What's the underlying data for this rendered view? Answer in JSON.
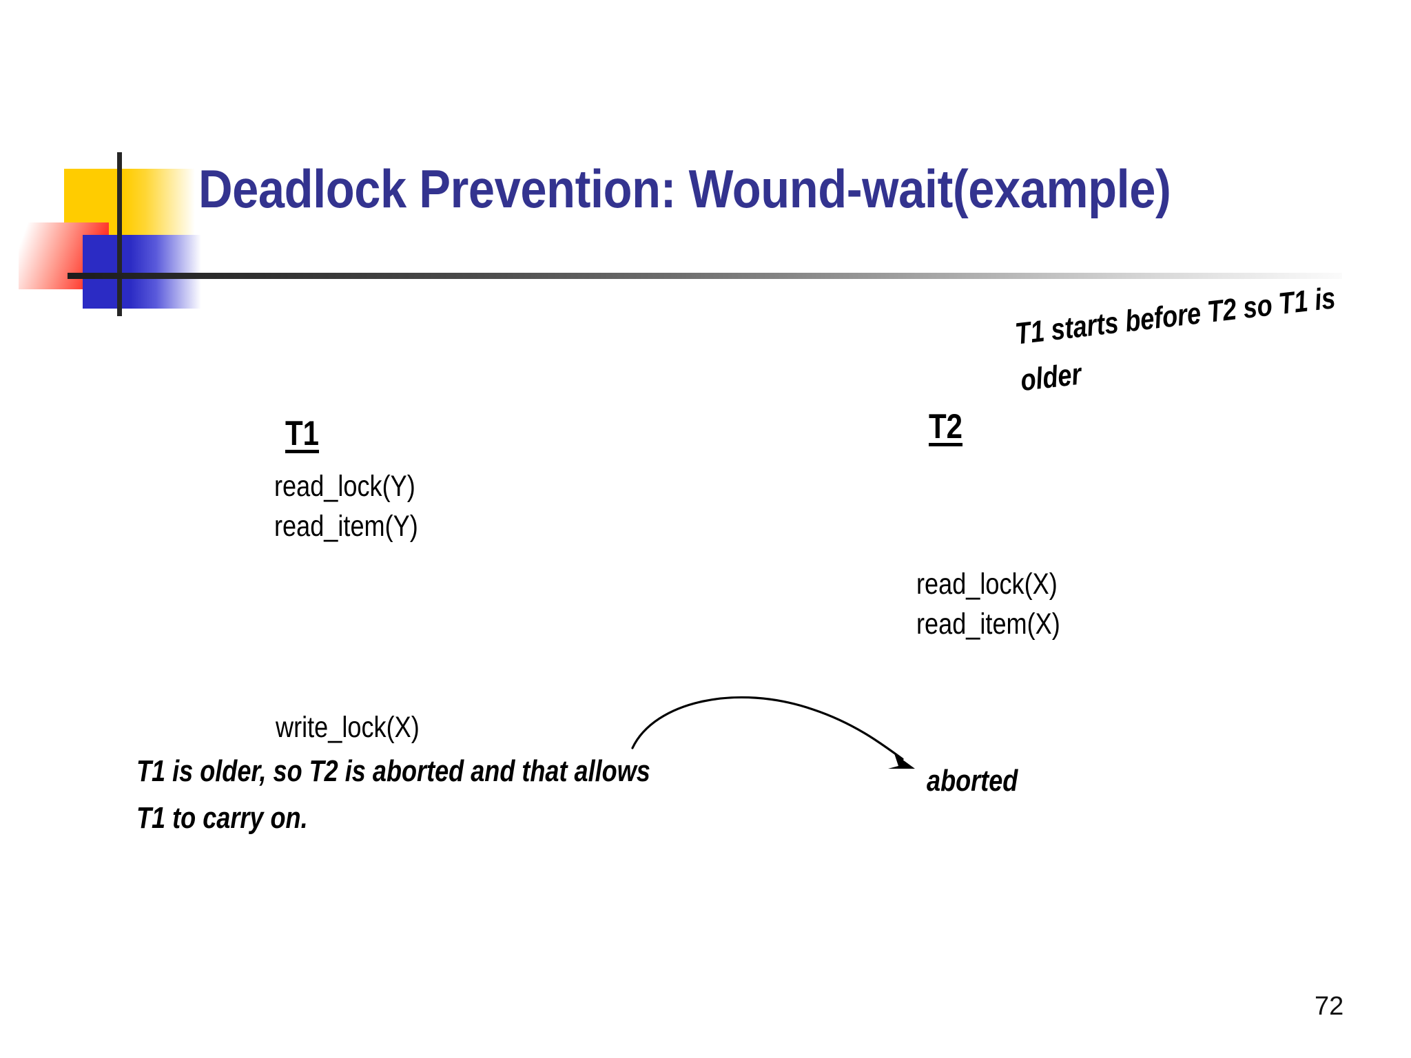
{
  "slide": {
    "title": "Deadlock Prevention: Wound-wait(example)",
    "page_number": "72",
    "title_color": "#33338F"
  },
  "decoration": {
    "yellow_color": "#FFCC00",
    "red_color": "#FF1111",
    "blue_color": "#2B2BC4",
    "line_color": "#262626"
  },
  "transactions": {
    "t1": {
      "header": "T1",
      "steps_top": "read_lock(Y)\nread_item(Y)",
      "step_write": "write_lock(X)"
    },
    "t2": {
      "header": "T2",
      "steps": "read_lock(X)\nread_item(X)",
      "status": "aborted"
    }
  },
  "annotations": {
    "older_note_line1": "T1 starts before T2 so T1 is",
    "older_note_line2": "older",
    "explain_line1": "T1 is older,  so T2 is aborted and that allows",
    "explain_line2": "T1 to carry on."
  }
}
